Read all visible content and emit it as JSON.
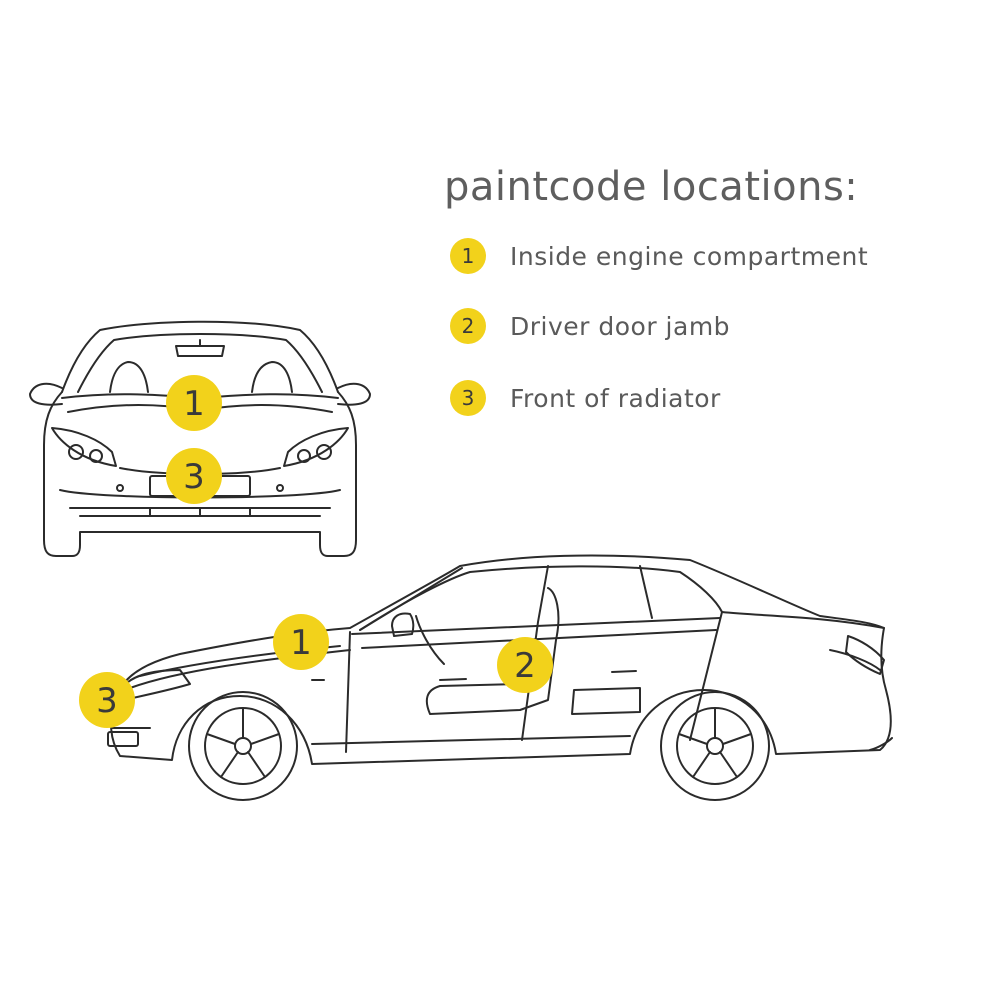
{
  "title": "paintcode locations:",
  "accent_color": "#f2d21b",
  "line_color": "#2b2b2b",
  "legend": [
    {
      "number": "1",
      "label": "Inside engine compartment"
    },
    {
      "number": "2",
      "label": "Driver door jamb"
    },
    {
      "number": "3",
      "label": "Front of radiator"
    }
  ],
  "markers": {
    "front_view_1": "1",
    "front_view_3": "3",
    "side_view_1": "1",
    "side_view_2": "2",
    "side_view_3": "3"
  }
}
